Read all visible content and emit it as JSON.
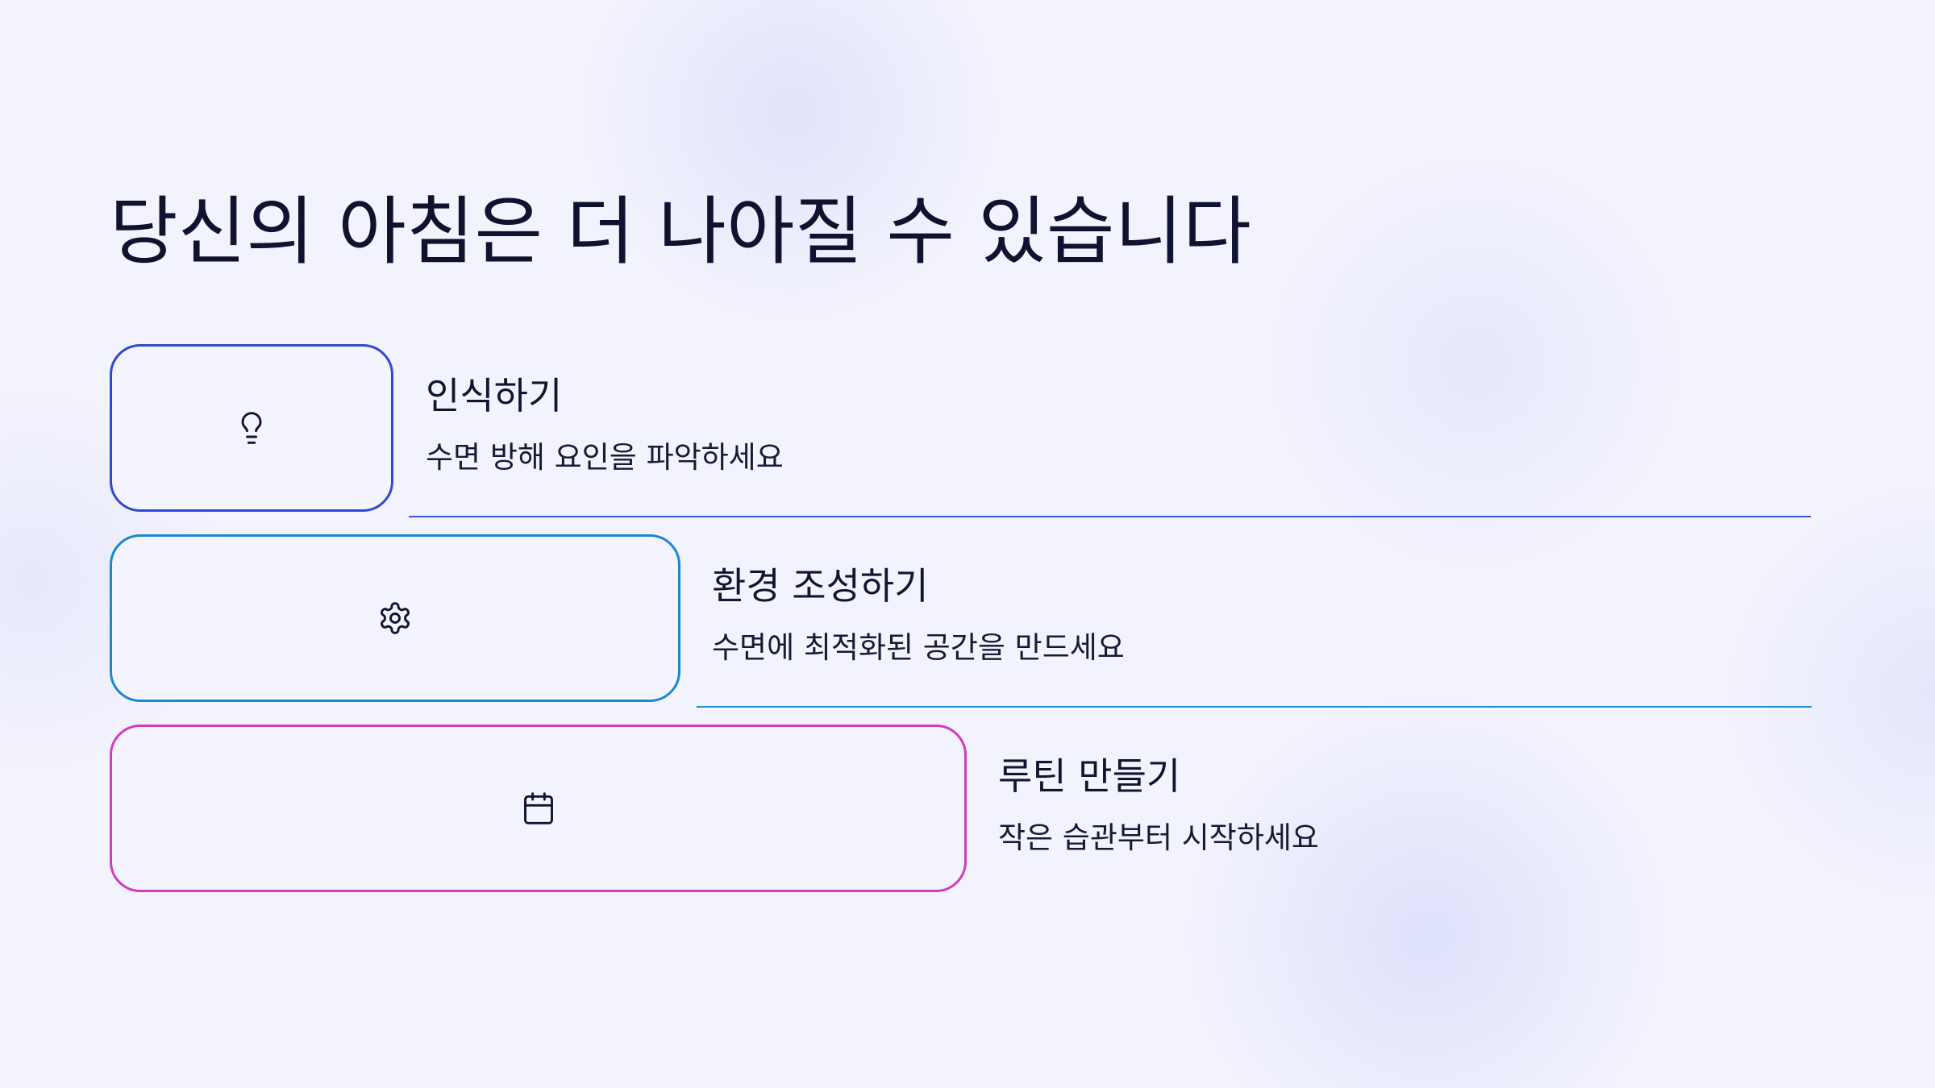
{
  "slide": {
    "title": "당신의 아침은 더 나아질 수 있습니다"
  },
  "steps": [
    {
      "icon": "lightbulb-icon",
      "color": "#3048d0",
      "label": "인식하기",
      "description": "수면 방해 요인을 파악하세요"
    },
    {
      "icon": "gear-icon",
      "color": "#1a88cf",
      "label": "환경 조성하기",
      "description": "수면에 최적화된 공간을 만드세요"
    },
    {
      "icon": "calendar-icon",
      "color": "#d03cc0",
      "label": "루틴 만들기",
      "description": "작은 습관부터 시작하세요"
    }
  ]
}
